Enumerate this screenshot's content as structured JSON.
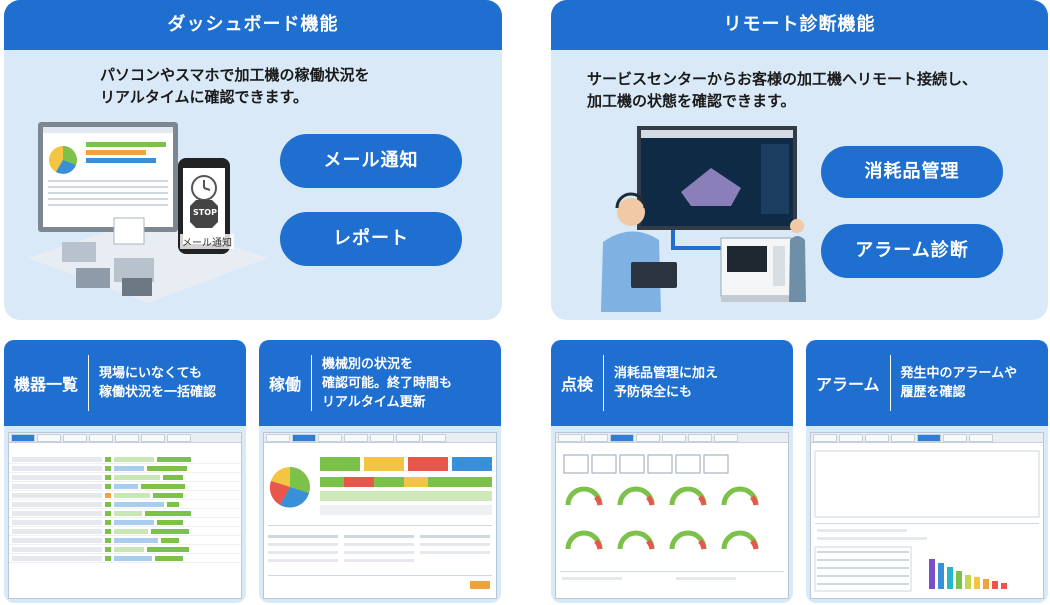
{
  "dashboard": {
    "title": "ダッシュボード機能",
    "desc_line1": "パソコンやスマホで加工機の稼働状況を",
    "desc_line2": "リアルタイムに確認できます。",
    "button_mail": "メール通知",
    "button_report": "レポート",
    "phone_text": "STOP",
    "mail_caption": "メール通知"
  },
  "remote": {
    "title": "リモート診断機能",
    "desc_line1": "サービスセンターからお客様の加工機へリモート接続し、",
    "desc_line2": "加工機の状態を確認できます。",
    "button_consumable": "消耗品管理",
    "button_alarm": "アラーム診断"
  },
  "cards": [
    {
      "title": "機器一覧",
      "desc_line1": "現場にいなくても",
      "desc_line2": "稼働状況を一括確認",
      "desc_line3": ""
    },
    {
      "title": "稼働",
      "desc_line1": "機械別の状況を",
      "desc_line2": "確認可能。終了時間も",
      "desc_line3": "リアルタイム更新"
    },
    {
      "title": "点検",
      "desc_line1": "消耗品管理に加え",
      "desc_line2": "予防保全にも",
      "desc_line3": ""
    },
    {
      "title": "アラーム",
      "desc_line1": "発生中のアラームや",
      "desc_line2": "履歴を確認",
      "desc_line3": ""
    }
  ],
  "colors": {
    "brand_blue": "#1e6fd0",
    "panel_bg": "#d9e9f7"
  }
}
